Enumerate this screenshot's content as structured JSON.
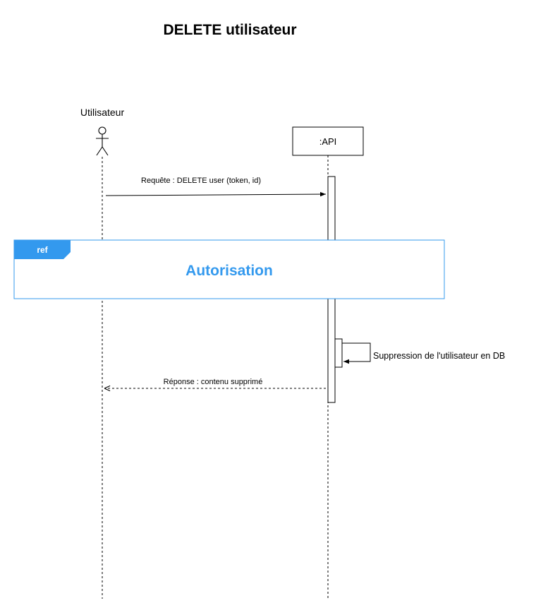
{
  "diagram": {
    "title": "DELETE utilisateur",
    "participants": {
      "user": {
        "label": "Utilisateur",
        "icon": "actor-stick-figure-icon"
      },
      "api": {
        "label": ":API"
      }
    },
    "messages": {
      "request": "Requête : DELETE user (token, id)",
      "self_call": "Suppression de l'utilisateur en DB",
      "response": "Réponse : contenu supprimé"
    },
    "ref_fragment": {
      "tag": "ref",
      "title": "Autorisation",
      "color": "#3399ee"
    }
  }
}
